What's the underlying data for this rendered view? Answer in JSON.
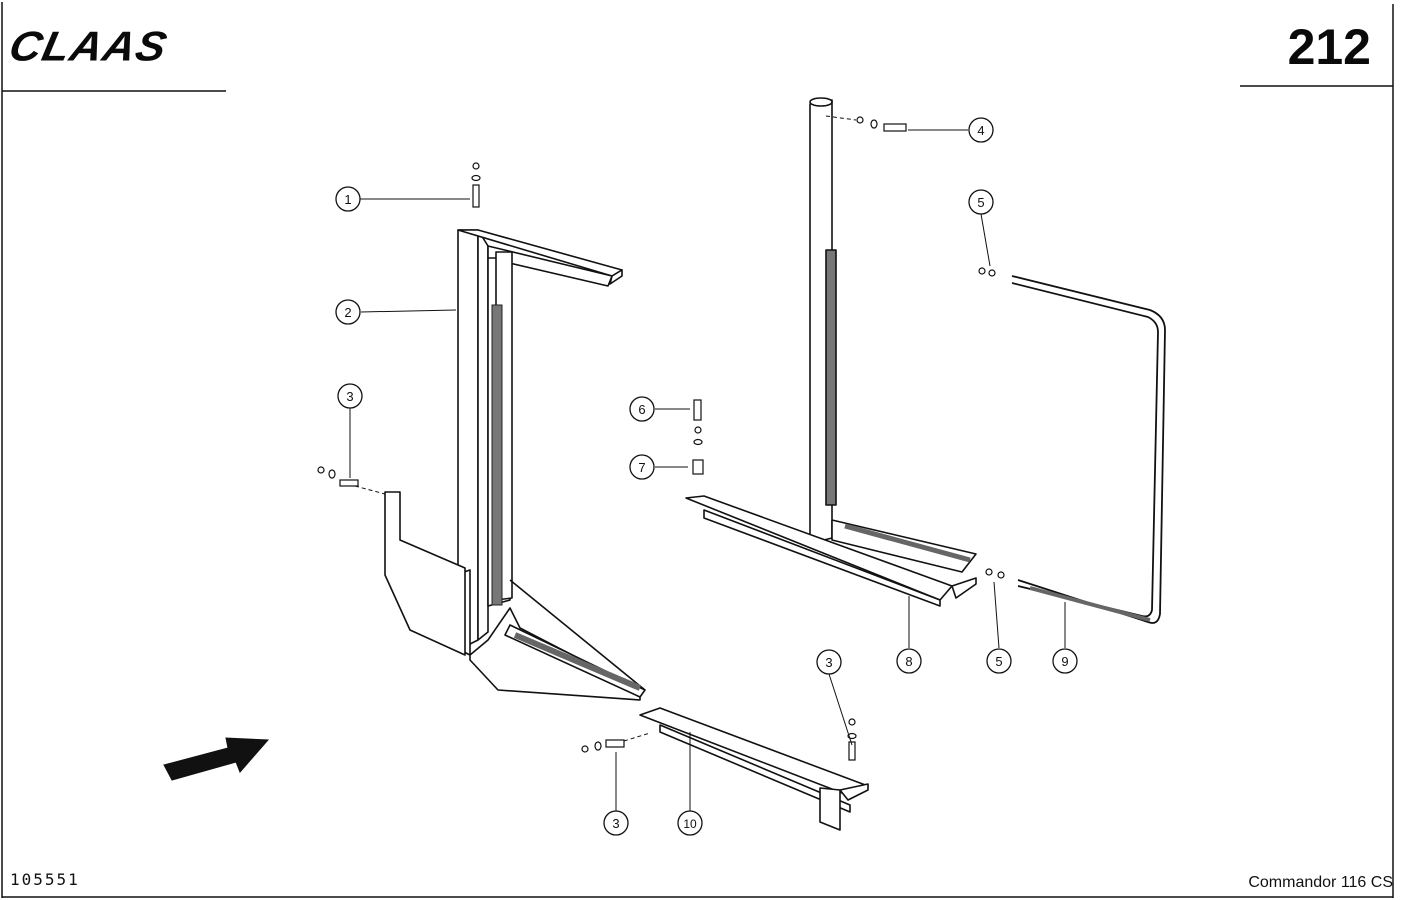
{
  "header": {
    "logo": "CLAAS",
    "page_number": "212"
  },
  "footer": {
    "document_number": "105551",
    "model": "Commandor 116 CS"
  },
  "callouts": [
    {
      "id": "c1",
      "label": "1"
    },
    {
      "id": "c2",
      "label": "2"
    },
    {
      "id": "c3a",
      "label": "3"
    },
    {
      "id": "c3b",
      "label": "3"
    },
    {
      "id": "c3c",
      "label": "3"
    },
    {
      "id": "c4",
      "label": "4"
    },
    {
      "id": "c5a",
      "label": "5"
    },
    {
      "id": "c5b",
      "label": "5"
    },
    {
      "id": "c6",
      "label": "6"
    },
    {
      "id": "c7",
      "label": "7"
    },
    {
      "id": "c8",
      "label": "8"
    },
    {
      "id": "c9",
      "label": "9"
    },
    {
      "id": "c10",
      "label": "10"
    }
  ]
}
